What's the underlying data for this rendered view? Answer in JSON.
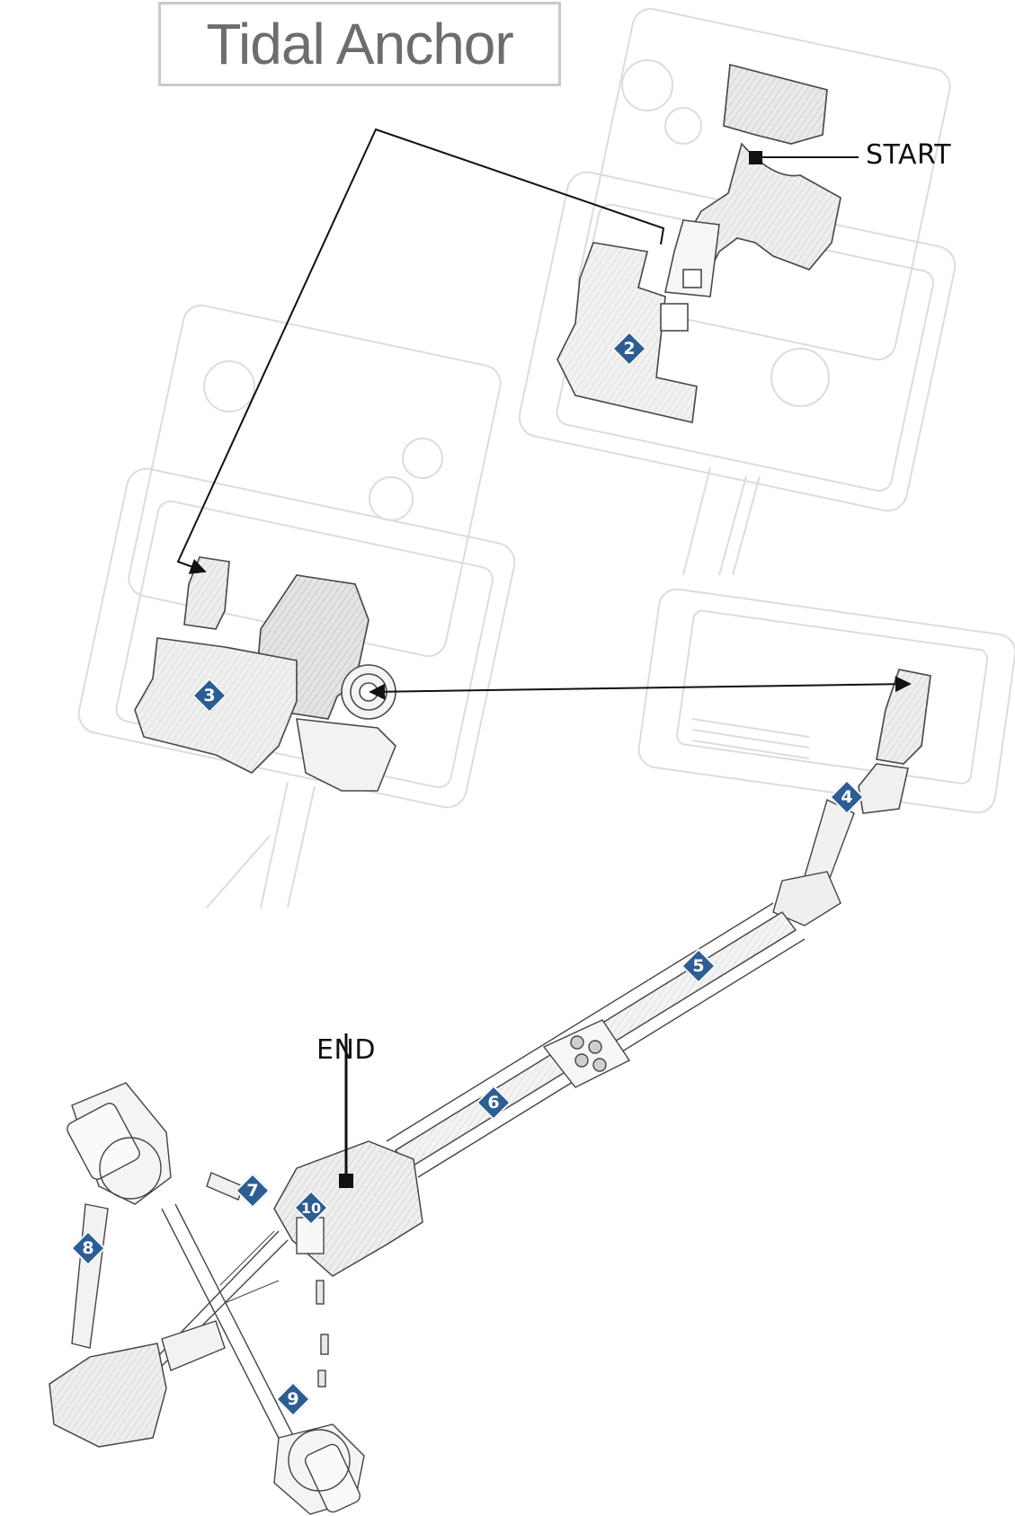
{
  "map": {
    "title": "Tidal Anchor",
    "start_label": "START",
    "end_label": "END",
    "markers": [
      {
        "id": "2",
        "label": "2"
      },
      {
        "id": "3",
        "label": "3"
      },
      {
        "id": "4",
        "label": "4"
      },
      {
        "id": "5",
        "label": "5"
      },
      {
        "id": "6",
        "label": "6"
      },
      {
        "id": "7",
        "label": "7"
      },
      {
        "id": "8",
        "label": "8"
      },
      {
        "id": "9",
        "label": "9"
      },
      {
        "id": "10",
        "label": "10"
      }
    ]
  },
  "colors": {
    "marker": "#2c5d93",
    "route": "#111111",
    "title_text": "#6d6d70",
    "faded_structure": "#d8d8d8",
    "active_structure": "#555555"
  },
  "icons": [
    "start-square-icon",
    "end-square-icon",
    "route-arrow-icon",
    "waypoint-diamond-icon"
  ]
}
